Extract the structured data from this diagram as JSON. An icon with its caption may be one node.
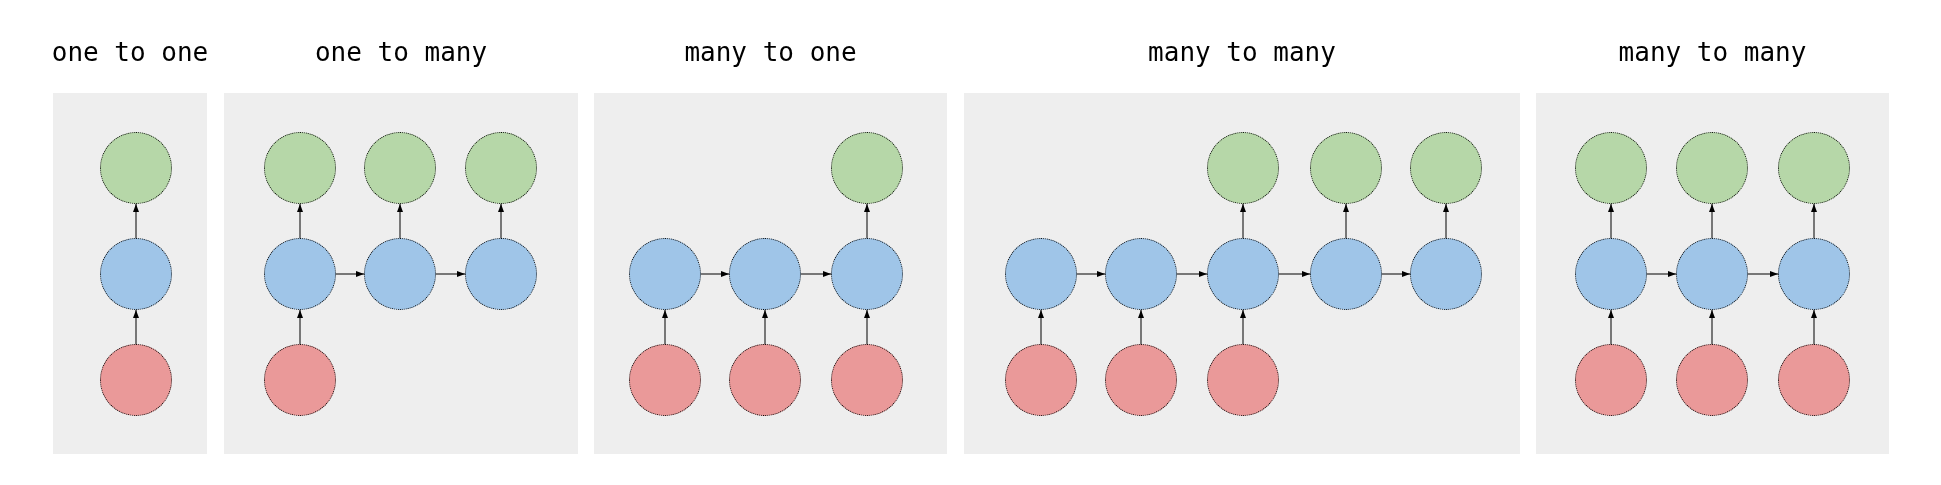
{
  "diagram": {
    "nodes": [
      {
        "text": [
          "one to one"
        ]
      },
      {
        "text": [],
        "shape": "circle",
        "in": 0
      },
      {
        "text": [],
        "shape": "circle",
        "in": 0
      },
      {
        "text": [],
        "shape": "circle",
        "in": 0
      },
      {
        "text": [
          "one to many"
        ]
      },
      {
        "text": [],
        "shape": "circle",
        "in": 4
      },
      {
        "text": [],
        "shape": "circle",
        "in": 4
      },
      {
        "text": [],
        "shape": "circle",
        "in": 4
      },
      {
        "text": [],
        "shape": "circle",
        "in": 4
      },
      {
        "text": [],
        "shape": "circle",
        "in": 4
      },
      {
        "text": [],
        "shape": "circle",
        "in": 4
      },
      {
        "text": [],
        "shape": "circle",
        "in": 4
      },
      {
        "text": [
          "many to one"
        ]
      },
      {
        "text": [],
        "shape": "circle",
        "in": 12
      },
      {
        "text": [],
        "shape": "circle",
        "in": 12
      },
      {
        "text": [],
        "shape": "circle",
        "in": 12
      },
      {
        "text": [],
        "shape": "circle",
        "in": 12
      },
      {
        "text": [],
        "shape": "circle",
        "in": 12
      },
      {
        "text": [],
        "shape": "circle",
        "in": 12
      },
      {
        "text": [],
        "shape": "circle",
        "in": 12
      },
      {
        "text": [
          "many to many"
        ]
      },
      {
        "text": [],
        "shape": "circle",
        "in": 20
      },
      {
        "text": [],
        "shape": "circle",
        "in": 20
      },
      {
        "text": [],
        "shape": "circle",
        "in": 20
      },
      {
        "text": [],
        "shape": "circle",
        "in": 20
      },
      {
        "text": [],
        "shape": "circle",
        "in": 20
      },
      {
        "text": [],
        "shape": "circle",
        "in": 20
      },
      {
        "text": [],
        "shape": "circle",
        "in": 20
      },
      {
        "text": [],
        "shape": "circle",
        "in": 20
      },
      {
        "text": [],
        "shape": "circle",
        "in": 20
      },
      {
        "text": [],
        "shape": "circle",
        "in": 20
      },
      {
        "text": [],
        "shape": "circle",
        "in": 20
      },
      {
        "text": [
          "many to many"
        ]
      },
      {
        "text": [],
        "shape": "circle",
        "in": 32
      },
      {
        "text": [],
        "shape": "circle",
        "in": 32
      },
      {
        "text": [],
        "shape": "circle",
        "in": 32
      },
      {
        "text": [],
        "shape": "circle",
        "in": 32
      },
      {
        "text": [],
        "shape": "circle",
        "in": 32
      },
      {
        "text": [],
        "shape": "circle",
        "in": 32
      },
      {
        "text": [],
        "shape": "circle",
        "in": 32
      },
      {
        "text": [],
        "shape": "circle",
        "in": 32
      },
      {
        "text": [],
        "shape": "circle",
        "in": 32
      }
    ],
    "edges": [
      {
        "from": 3,
        "to": 2,
        "arrow": "to"
      },
      {
        "from": 2,
        "to": 1,
        "arrow": "to"
      },
      {
        "from": 11,
        "to": 8,
        "arrow": "to"
      },
      {
        "from": 8,
        "to": 5,
        "arrow": "to"
      },
      {
        "from": 9,
        "to": 6,
        "arrow": "to"
      },
      {
        "from": 10,
        "to": 7,
        "arrow": "to"
      },
      {
        "from": 8,
        "to": 9,
        "arrow": "to"
      },
      {
        "from": 9,
        "to": 10,
        "arrow": "to"
      },
      {
        "from": 17,
        "to": 14,
        "arrow": "to"
      },
      {
        "from": 18,
        "to": 15,
        "arrow": "to"
      },
      {
        "from": 19,
        "to": 16,
        "arrow": "to"
      },
      {
        "from": 14,
        "to": 15,
        "arrow": "to"
      },
      {
        "from": 15,
        "to": 16,
        "arrow": "to"
      },
      {
        "from": 16,
        "to": 13,
        "arrow": "to"
      },
      {
        "from": 29,
        "to": 24,
        "arrow": "to"
      },
      {
        "from": 30,
        "to": 25,
        "arrow": "to"
      },
      {
        "from": 31,
        "to": 26,
        "arrow": "to"
      },
      {
        "from": 24,
        "to": 25,
        "arrow": "to"
      },
      {
        "from": 25,
        "to": 26,
        "arrow": "to"
      },
      {
        "from": 26,
        "to": 27,
        "arrow": "to"
      },
      {
        "from": 27,
        "to": 28,
        "arrow": "to"
      },
      {
        "from": 26,
        "to": 21,
        "arrow": "to"
      },
      {
        "from": 27,
        "to": 22,
        "arrow": "to"
      },
      {
        "from": 28,
        "to": 23,
        "arrow": "to"
      },
      {
        "from": 39,
        "to": 36,
        "arrow": "to"
      },
      {
        "from": 40,
        "to": 37,
        "arrow": "to"
      },
      {
        "from": 41,
        "to": 38,
        "arrow": "to"
      },
      {
        "from": 36,
        "to": 37,
        "arrow": "to"
      },
      {
        "from": 37,
        "to": 38,
        "arrow": "to"
      },
      {
        "from": 36,
        "to": 33,
        "arrow": "to"
      },
      {
        "from": 37,
        "to": 34,
        "arrow": "to"
      },
      {
        "from": 38,
        "to": 35,
        "arrow": "to"
      }
    ]
  }
}
